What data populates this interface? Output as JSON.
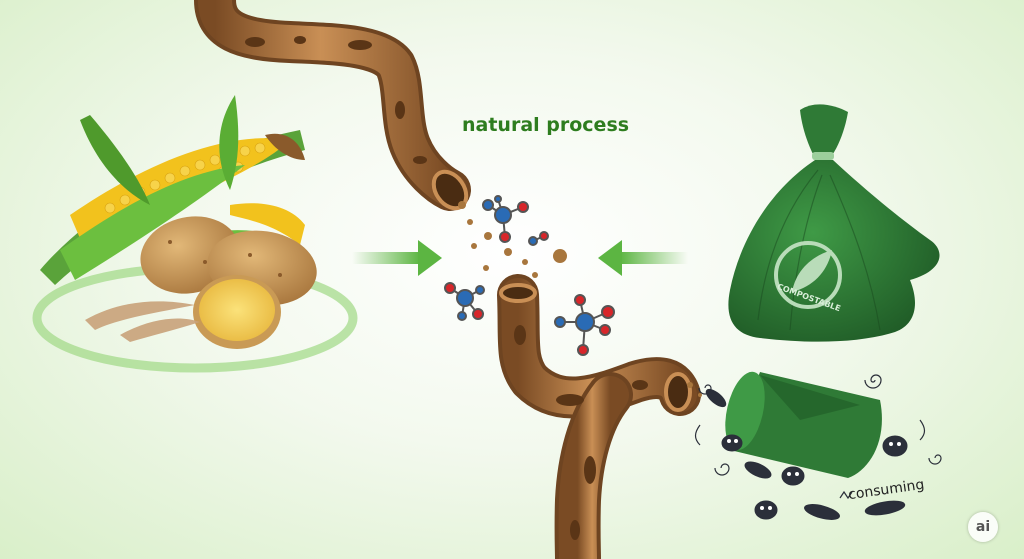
{
  "caption": {
    "title": "natural process",
    "bag_label": "COMPOSTABLE",
    "microbes_label": "consuming",
    "watermark": "ai"
  },
  "colors": {
    "pipe": "#b07a45",
    "pipe_dark": "#6e4421",
    "arrow": "#5cb542",
    "bag": "#2f7a36",
    "title_green": "#2e7d1f",
    "atom_blue": "#2a6bb5",
    "atom_red": "#d7262a"
  },
  "icons": [
    "corn-icon",
    "potato-icon",
    "compostable-bag-icon",
    "pipe-icon",
    "molecule-icon",
    "microbe-icon",
    "arrow-right-icon",
    "arrow-left-icon"
  ]
}
